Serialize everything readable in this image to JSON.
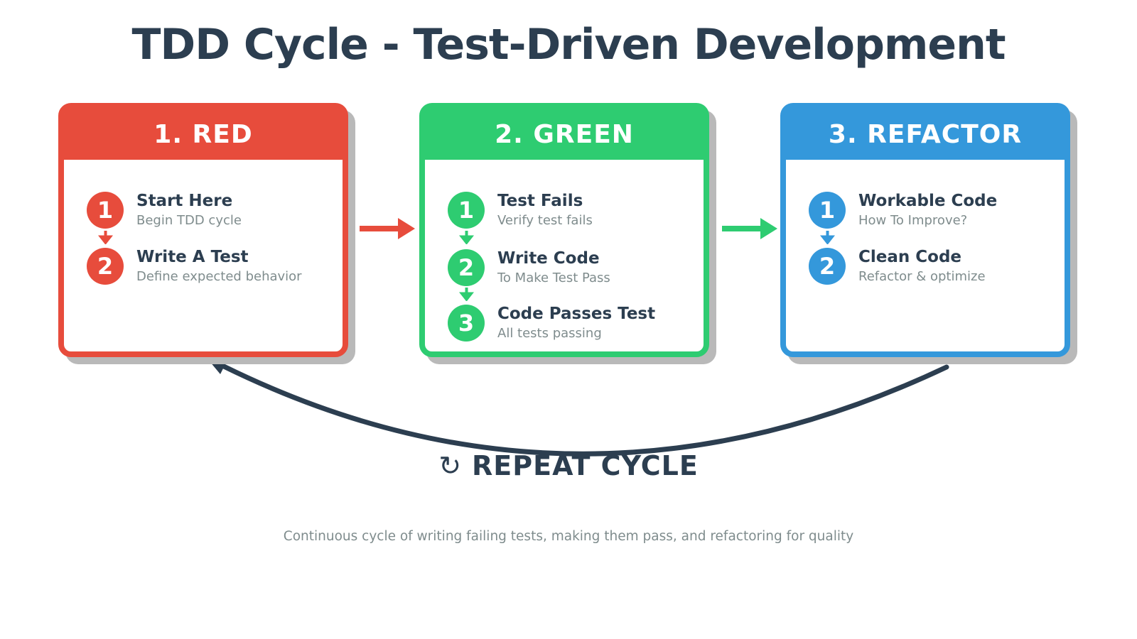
{
  "title": "TDD Cycle - Test-Driven Development",
  "cards": [
    {
      "header": "1. RED",
      "steps": [
        {
          "num": "1",
          "title": "Start Here",
          "desc": "Begin TDD cycle"
        },
        {
          "num": "2",
          "title": "Write A Test",
          "desc": "Define expected behavior"
        }
      ]
    },
    {
      "header": "2. GREEN",
      "steps": [
        {
          "num": "1",
          "title": "Test Fails",
          "desc": "Verify test fails"
        },
        {
          "num": "2",
          "title": "Write Code",
          "desc": "To Make Test Pass"
        },
        {
          "num": "3",
          "title": "Code Passes Test",
          "desc": "All tests passing"
        }
      ]
    },
    {
      "header": "3. REFACTOR",
      "steps": [
        {
          "num": "1",
          "title": "Workable Code",
          "desc": "How To Improve?"
        },
        {
          "num": "2",
          "title": "Clean Code",
          "desc": "Refactor & optimize"
        }
      ]
    }
  ],
  "repeat": {
    "icon": "↻",
    "label": "REPEAT CYCLE"
  },
  "footer": "Continuous cycle of writing failing tests, making them pass, and refactoring for quality",
  "colors": {
    "red": "#e74c3c",
    "green": "#2ecc71",
    "blue": "#3498db",
    "navy": "#2c3e50",
    "gray": "#7f8c8d",
    "shadow": "#b9b9b9"
  }
}
